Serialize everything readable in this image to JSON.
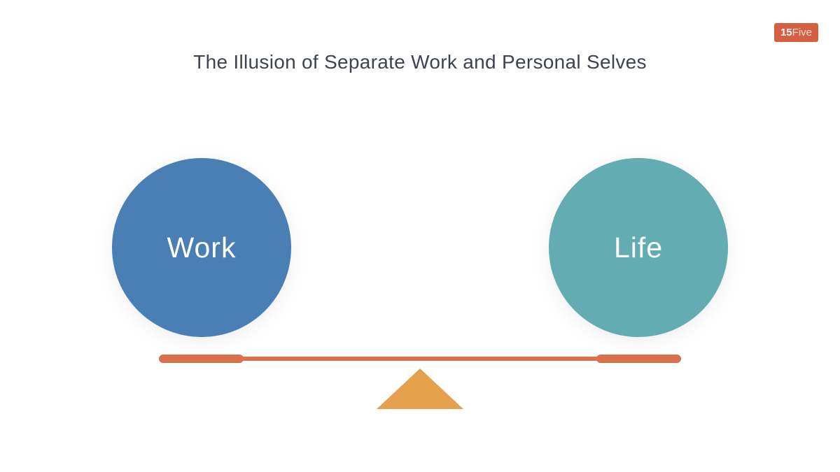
{
  "slide": {
    "title": "The Illusion of Separate Work and Personal Selves",
    "background_color": "#FFFFFF",
    "title_color": "#3D444F"
  },
  "logo": {
    "text_bold": "15",
    "text_light": "Five",
    "background_color": "#D65F41",
    "text_color": "#FFFFFF"
  },
  "scale": {
    "work_circle": {
      "label": "Work",
      "color": "#4A7FB5"
    },
    "life_circle": {
      "label": "Life",
      "color": "#62ACB2"
    },
    "beam_color": "#D9704B",
    "fulcrum_color": "#E3A14E"
  }
}
